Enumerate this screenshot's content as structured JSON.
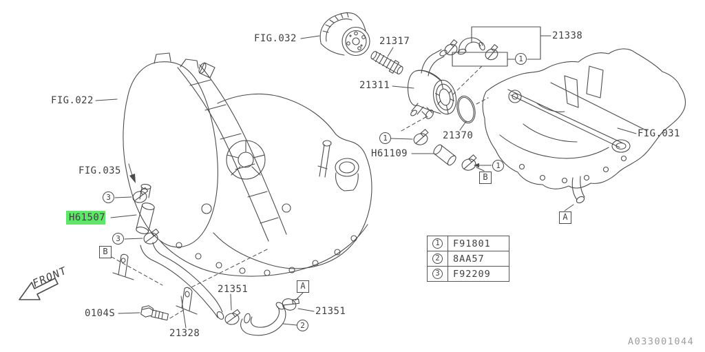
{
  "figures": {
    "fig022": "FIG.022",
    "fig031": "FIG.031",
    "fig032": "FIG.032",
    "fig035": "FIG.035"
  },
  "parts": {
    "p21317": "21317",
    "p21311": "21311",
    "p21338": "21338",
    "p21370": "21370",
    "h61109": "H61109",
    "h61507": "H61507",
    "p21351_left": "21351",
    "p21351_right": "21351",
    "p21328": "21328",
    "p0104s": "0104S"
  },
  "callouts": {
    "n1": "1",
    "n2": "2",
    "n3": "3",
    "a": "A",
    "b": "B"
  },
  "legend": {
    "rows": [
      {
        "num": "1",
        "code": "F91801"
      },
      {
        "num": "2",
        "code": "8AA57"
      },
      {
        "num": "3",
        "code": "F92209"
      }
    ]
  },
  "front_label": "FRONT",
  "doc_number": "A033001044",
  "colors": {
    "highlight": "#5fe76a",
    "line": "#4b4b4b",
    "label_text": "#3f3f3f",
    "doc_number_text": "#9c9c9c"
  }
}
